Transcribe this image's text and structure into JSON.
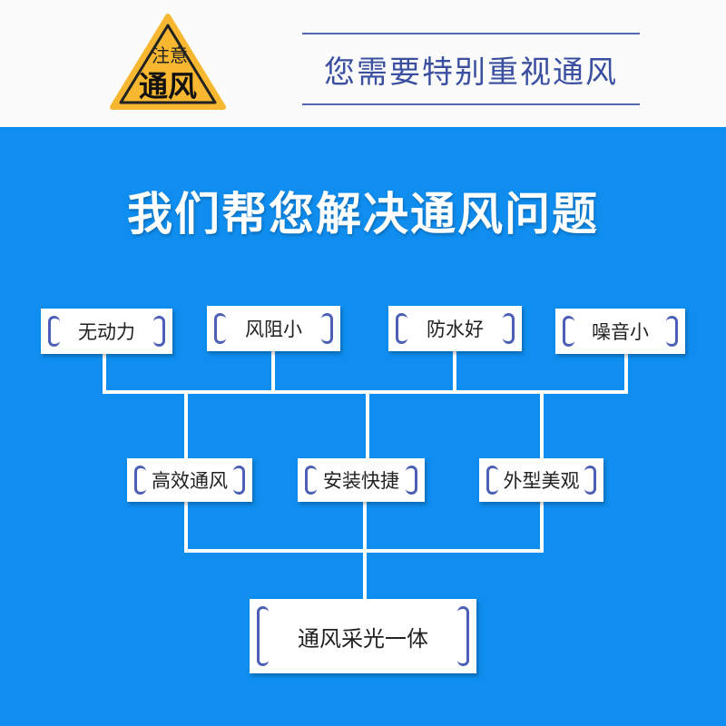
{
  "sign": {
    "top": "注意",
    "bottom": "通风"
  },
  "header": {
    "headline": "您需要特别重视通风"
  },
  "title": "我们帮您解决通风问题",
  "row1": [
    "无动力",
    "风阻小",
    "防水好",
    "噪音小"
  ],
  "row2": [
    "高效通风",
    "安装快捷",
    "外型美观"
  ],
  "result": "通风采光一体",
  "colors": {
    "background": "#0f8ef0",
    "accent": "#3a4fa0",
    "sign": "#f7b731"
  }
}
